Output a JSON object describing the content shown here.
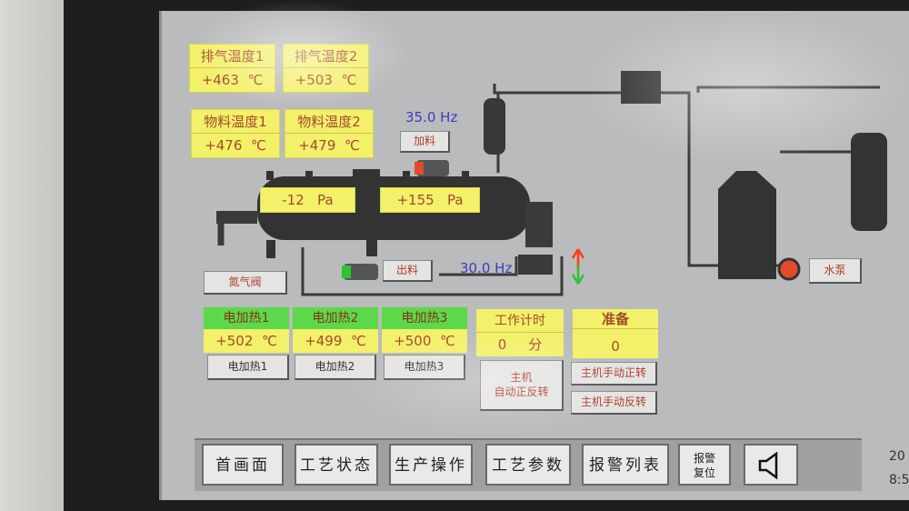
{
  "temps": {
    "exhaust1": {
      "label": "排气温度1",
      "value": "+463",
      "unit": "℃"
    },
    "exhaust2": {
      "label": "排气温度2",
      "value": "+503",
      "unit": "℃"
    },
    "material1": {
      "label": "物料温度1",
      "value": "+476",
      "unit": "℃"
    },
    "material2": {
      "label": "物料温度2",
      "value": "+479",
      "unit": "℃"
    }
  },
  "pressure": {
    "left": {
      "value": "-12",
      "unit": "Pa"
    },
    "right": {
      "value": "+155",
      "unit": "Pa"
    }
  },
  "freq": {
    "feed": "35.0 Hz",
    "motor": "30.0 Hz"
  },
  "buttons": {
    "feed": "加料",
    "discharge": "出料",
    "nitrogen": "氮气阀",
    "water_pump": "水泵",
    "heater1": "电加热1",
    "heater2": "电加热2",
    "heater3": "电加热3",
    "auto_rotate_line1": "主机",
    "auto_rotate_line2": "自动正反转",
    "manual_forward": "主机手动正转",
    "manual_reverse": "主机手动反转"
  },
  "heaters": [
    {
      "label": "电加热1",
      "value": "+502",
      "unit": "℃"
    },
    {
      "label": "电加热2",
      "value": "+499",
      "unit": "℃"
    },
    {
      "label": "电加热3",
      "value": "+500",
      "unit": "℃"
    }
  ],
  "timer": {
    "label": "工作计时",
    "value": "0",
    "unit": "分"
  },
  "status": {
    "label": "准备",
    "value": "0"
  },
  "nav": {
    "home": "首画面",
    "process_state": "工艺状态",
    "production": "生产操作",
    "process_params": "工艺参数",
    "alarm_list": "报警列表",
    "alarm_reset_line1": "报警",
    "alarm_reset_line2": "复位"
  },
  "clock": {
    "date_partial": "20",
    "time_partial": "8:5"
  },
  "colors": {
    "panel_bg": "#b9bbbc",
    "value_yellow": "#f3f06a",
    "heater_green": "#5cd94a",
    "hz_blue": "#3d3dbf"
  }
}
